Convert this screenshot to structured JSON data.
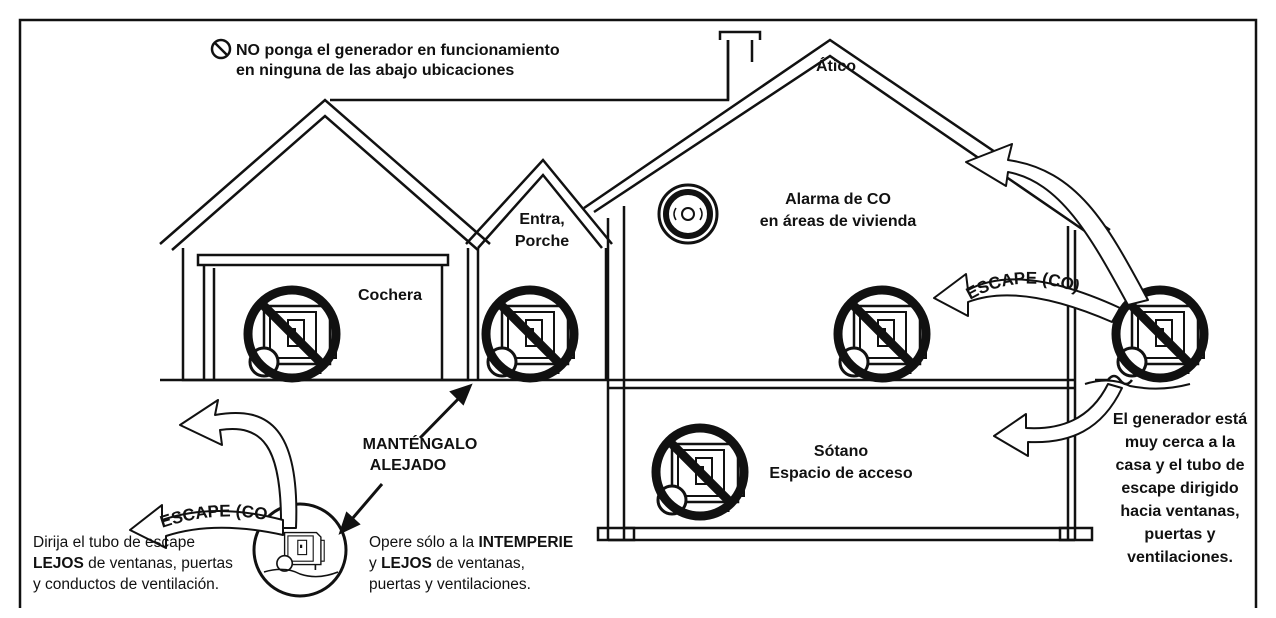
{
  "warning": {
    "line1": "NO ponga el generador en funcionamiento",
    "line2": "en ninguna de las abajo ubicaciones"
  },
  "labels": {
    "attic": "Ático",
    "co_alarm_1": "Alarma de CO",
    "co_alarm_2": "en áreas de vivienda",
    "entry_1": "Entra,",
    "entry_2": "Porche",
    "garage": "Cochera",
    "basement_1": "Sótano",
    "basement_2": "Espacio de acceso",
    "keep_away_1": "MANTÉNGALO",
    "keep_away_2": "ALEJADO",
    "exhaust_left": "ESCAPE (CO)",
    "exhaust_right": "ESCAPE (CO)"
  },
  "notes": {
    "direct_exhaust": {
      "line1": "Dirija el tubo de escape",
      "line2_bold": "LEJOS",
      "line2_rest": " de ventanas, puertas",
      "line3": "y conductos de ventilación."
    },
    "operate_outdoors": {
      "line1_pre": "Opere sólo a la ",
      "line1_bold": "INTEMPERIE",
      "line2_pre": "y ",
      "line2_bold": "LEJOS",
      "line2_rest": " de ventanas,",
      "line3": "puertas y ventilaciones."
    },
    "too_close": {
      "line1": "El generador está",
      "line2": "muy cerca a la",
      "line3": "casa y el tubo de",
      "line4": "escape dirigido",
      "line5": "hacia ventanas,",
      "line6": "puertas y",
      "line7": "ventilaciones."
    }
  },
  "icons": [
    "prohibited-icon",
    "generator-icon",
    "co-alarm-icon",
    "exhaust-arrow-icon"
  ],
  "colors": {
    "ink": "#111111",
    "background": "#ffffff"
  }
}
